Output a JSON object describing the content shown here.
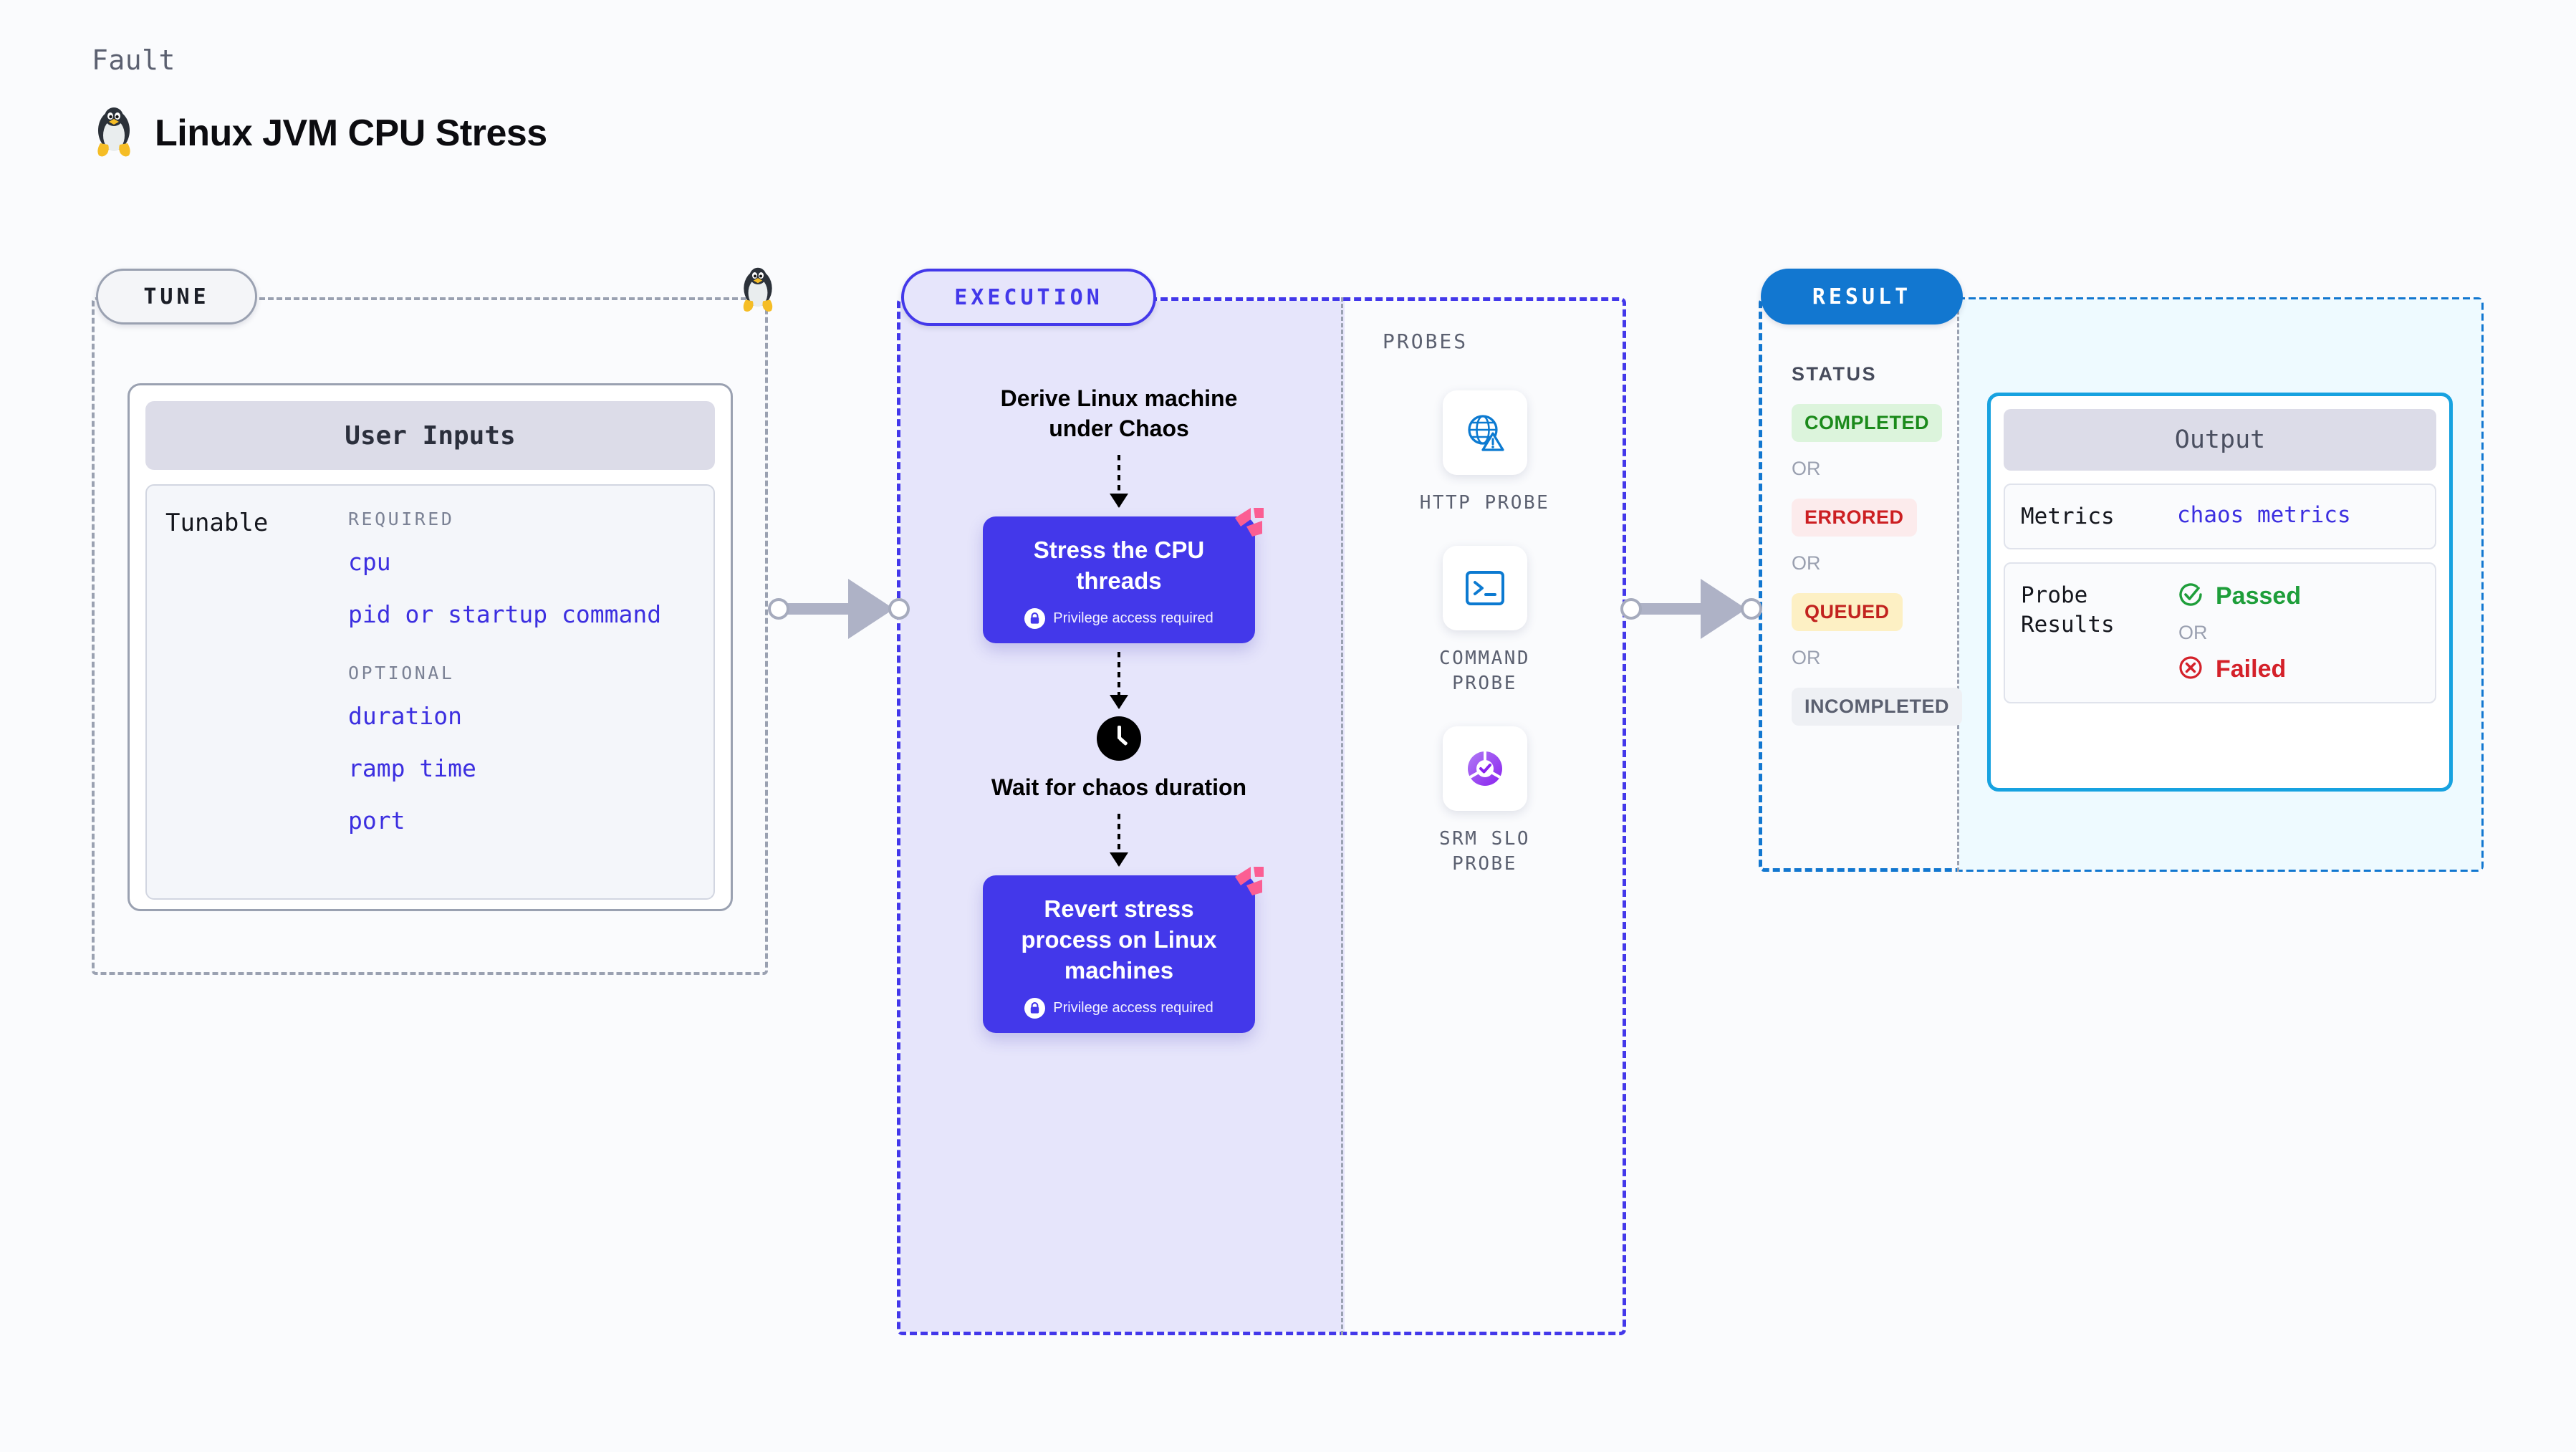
{
  "header": {
    "eyebrow": "Fault",
    "title": "Linux JVM CPU Stress",
    "icon": "tux-penguin-icon"
  },
  "tune": {
    "badge": "TUNE",
    "card_title": "User Inputs",
    "tunable_label": "Tunable",
    "groups": [
      {
        "name": "REQUIRED",
        "params": [
          "cpu",
          "pid or startup command"
        ]
      },
      {
        "name": "OPTIONAL",
        "params": [
          "duration",
          "ramp time",
          "port"
        ]
      }
    ]
  },
  "execution": {
    "badge": "EXECUTION",
    "steps": [
      {
        "kind": "text",
        "label": "Derive Linux machine under Chaos"
      },
      {
        "kind": "box",
        "label": "Stress the CPU threads",
        "note": "Privilege access required",
        "badge_icon": "harness-ribbon-icon"
      },
      {
        "kind": "clock",
        "label": "Wait for chaos duration"
      },
      {
        "kind": "box",
        "label": "Revert stress process on Linux machines",
        "note": "Privilege access required",
        "badge_icon": "harness-ribbon-icon"
      }
    ]
  },
  "probes": {
    "label": "PROBES",
    "items": [
      {
        "name": "HTTP PROBE",
        "icon": "globe-warning-icon"
      },
      {
        "name": "COMMAND\nPROBE",
        "icon": "terminal-icon"
      },
      {
        "name": "SRM SLO\nPROBE",
        "icon": "slo-donut-check-icon"
      }
    ]
  },
  "result": {
    "badge": "RESULT",
    "status_label": "STATUS",
    "or_label": "OR",
    "statuses": [
      {
        "label": "COMPLETED",
        "bg": "#dcf4dc",
        "fg": "#1b8a1b"
      },
      {
        "label": "ERRORED",
        "bg": "#fcebec",
        "fg": "#cc1f22"
      },
      {
        "label": "QUEUED",
        "bg": "#fdf0c4",
        "fg": "#c2231f"
      },
      {
        "label": "INCOMPLETED",
        "bg": "#eef0f4",
        "fg": "#5b6070"
      }
    ],
    "output": {
      "title": "Output",
      "metrics_key": "Metrics",
      "metrics_value": "chaos metrics",
      "probe_key": "Probe Results",
      "passed": "Passed",
      "failed": "Failed",
      "or_label": "OR"
    }
  },
  "colors": {
    "indigo": "#4338ea",
    "blue": "#1277d0",
    "cyan": "#17a2e0",
    "gray_dash": "#9aa1b1",
    "param_blue": "#3c2fe0",
    "pink_ribbon": "#fb5e93"
  }
}
